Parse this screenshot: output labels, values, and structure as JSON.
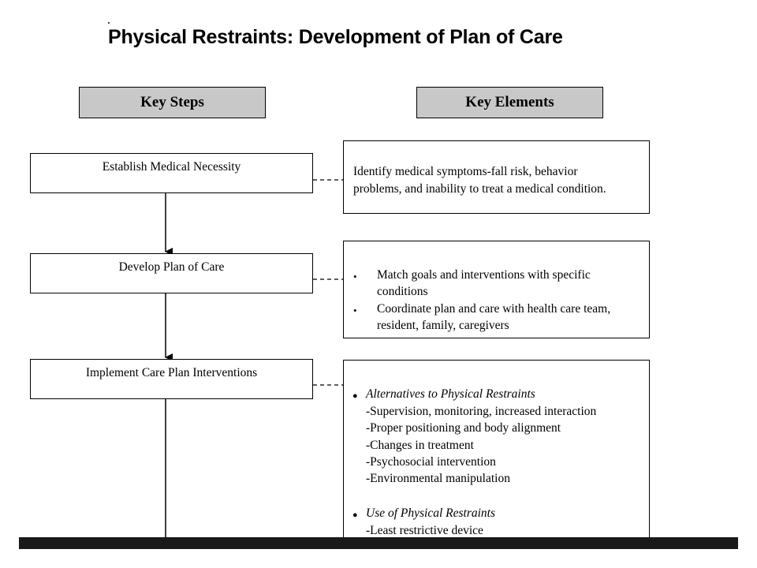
{
  "title": "Physical Restraints: Development of Plan of Care",
  "headers": {
    "steps": "Key Steps",
    "elements": "Key Elements"
  },
  "steps": [
    "Establish Medical Necessity",
    "Develop Plan of Care",
    "Implement Care Plan Interventions"
  ],
  "elements": {
    "medical_necessity": {
      "line1": "Identify medical symptoms-fall risk, behavior",
      "line2": "problems, and inability to treat a medical condition."
    },
    "plan_of_care": {
      "bullet": "•",
      "b1_line1": "Match goals and interventions with specific",
      "b1_line2": "conditions",
      "b2_line1": "Coordinate plan and care with health care team,",
      "b2_line2": "resident, family, caregivers"
    },
    "interventions": {
      "bullet": "●",
      "alternatives_heading": "Alternatives to Physical Restraints",
      "alternatives": [
        "-Supervision, monitoring, increased interaction",
        "-Proper positioning and body alignment",
        "-Changes in treatment",
        "-Psychosocial intervention",
        "-Environmental manipulation"
      ],
      "use_heading": "Use of Physical Restraints",
      "use": [
        "-Least restrictive device"
      ]
    }
  }
}
